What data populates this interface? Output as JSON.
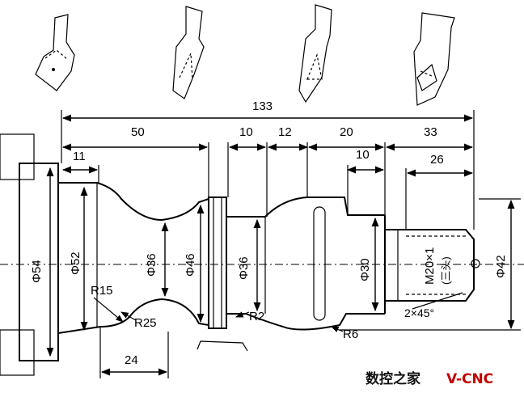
{
  "dimensions": {
    "total_length": "133",
    "len_50": "50",
    "len_11": "11",
    "len_10_a": "10",
    "len_12": "12",
    "len_20": "20",
    "len_10_b": "10",
    "len_33": "33",
    "len_26": "26",
    "len_24": "24"
  },
  "diameters": {
    "d54": "Φ54",
    "d52": "Φ52",
    "d36_a": "Φ36",
    "d46": "Φ46",
    "d36_b": "Φ36",
    "d30": "Φ30",
    "d42": "Φ42"
  },
  "radii": {
    "r15": "R15",
    "r25": "R25",
    "r2": "R2",
    "r6": "R6"
  },
  "thread": {
    "spec": "M20×1",
    "note": "(三头)",
    "chamfer": "2×45°"
  },
  "watermark": {
    "cn": "数控之家",
    "brand": "V-CNC"
  },
  "tools": [
    "turning-tool-1",
    "turning-tool-2",
    "turning-tool-3",
    "turning-tool-4"
  ]
}
